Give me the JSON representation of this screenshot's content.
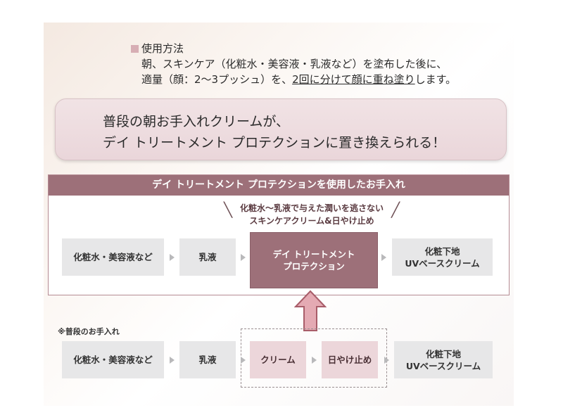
{
  "usage": {
    "heading": "使用方法",
    "line1": "朝、スキンケア（化粧水・美容液・乳液など）を塗布した後に、",
    "line2_a": "適量（顔：2～3プッシュ）を、",
    "line2_b": "2回に分けて顔に重ね塗り",
    "line2_c": "します。"
  },
  "callout": {
    "line1": "普段の朝お手入れクリームが、",
    "line2": "デイ トリートメント プロテクションに置き換えられる！"
  },
  "flow": {
    "header": "デイ トリートメント プロテクションを使用したお手入れ",
    "note_line1": "化粧水～乳液で与えた潤いを逃さない",
    "note_line2": "スキンケアクリーム&日やけ止め",
    "steps": [
      {
        "label": "化粧水・美容液など"
      },
      {
        "label": "乳液"
      },
      {
        "label1": "デイ トリートメント",
        "label2": "プロテクション"
      },
      {
        "label1": "化粧下地",
        "label2": "UVベースクリーム"
      }
    ]
  },
  "normal": {
    "label": "※普段のお手入れ",
    "steps": [
      {
        "label": "化粧水・美容液など"
      },
      {
        "label": "乳液"
      },
      {
        "label": "クリーム"
      },
      {
        "label": "日やけ止め"
      },
      {
        "label1": "化粧下地",
        "label2": "UVベースクリーム"
      }
    ]
  },
  "colors": {
    "accent": "#9d7079",
    "pink_box": "#ecd6da",
    "gray_box": "#e7e7e8",
    "arrow": "#d9a2ab"
  }
}
